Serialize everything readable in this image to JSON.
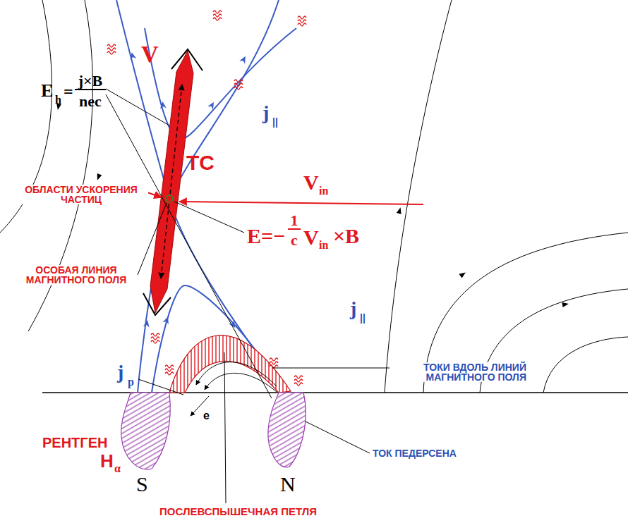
{
  "diagram": {
    "labels": [
      "V",
      "E",
      "h",
      "=",
      "j×B",
      "nec",
      "j",
      "||",
      "TC",
      "ОБЛАСТИ УСКОРЕНИЯ ЧАСТИЦ",
      "V",
      "in",
      "E=−",
      "1",
      "c",
      "V",
      "in",
      "×B",
      "ОСОБАЯ ЛИНИЯ МАГНИТНОГО ПОЛЯ",
      "j",
      "||",
      "ТОКИ ВДОЛЬ ЛИНИЙ МАГНИТНОГО ПОЛЯ",
      "j",
      "p",
      "e",
      "РЕНТГЕН",
      "H",
      "α",
      "ТОК ПЕДЕРСЕНА",
      "S",
      "N",
      "ПОСЛЕВСПЫШЕЧНАЯ ПЕТЛЯ"
    ]
  }
}
